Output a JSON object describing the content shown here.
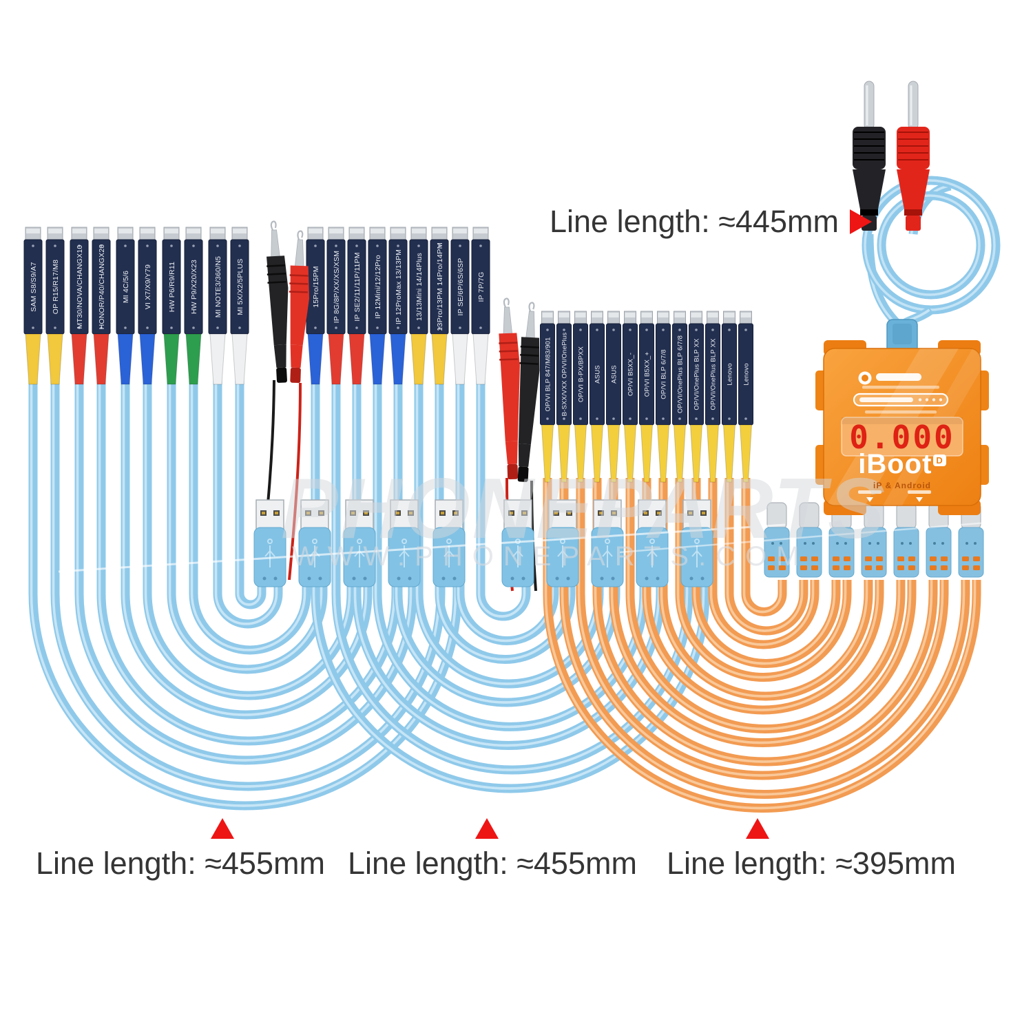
{
  "annotations": {
    "top_length": "Line length: ≈445mm",
    "bottom_left_length": "Line length: ≈455mm",
    "bottom_middle_length": "Line length: ≈455mm",
    "bottom_right_length": "Line length: ≈395mm"
  },
  "watermark": {
    "brand": "PHONEPARTS",
    "url": "WWW.PHONEPARTS.COM"
  },
  "device": {
    "display_value": "0.000",
    "brand": "iBoot",
    "brand_badge": "D",
    "subtitle": "iP & Android"
  },
  "cable_sets": {
    "left_blue": {
      "line_color": "#8fc9ea",
      "connectors": [
        {
          "label": "SAM S8/S9/A7",
          "boot_color": "#f2c83c"
        },
        {
          "label": "OP R15/R17/M8",
          "boot_color": "#f2c83c"
        },
        {
          "label": "MT30/NOVA/CHANGX10",
          "boot_color": "#e23c31"
        },
        {
          "label": "HONOR/P40/CHANGX20",
          "boot_color": "#e23c31"
        },
        {
          "label": "MI 4C/5/6",
          "boot_color": "#2a62d8"
        },
        {
          "label": "VI X7/X9/Y79",
          "boot_color": "#2a62d8"
        },
        {
          "label": "HW P6/R9/R11",
          "boot_color": "#2d9e4e"
        },
        {
          "label": "HW P9/X20/X23",
          "boot_color": "#2d9e4e"
        },
        {
          "label": "MI NOTE3/360/N5",
          "boot_color": "#eef0f2"
        },
        {
          "label": "MI 5X/X2/5PLUS",
          "boot_color": "#eef0f2"
        }
      ]
    },
    "middle_blue": {
      "line_color": "#8fc9ea",
      "connectors": [
        {
          "label": "15Pro/15PM",
          "boot_color": "#2a62d8"
        },
        {
          "label": "IP 8G/8P/XX/XS/XSM",
          "boot_color": "#e23c31"
        },
        {
          "label": "IP SE2/11/11P/11PM",
          "boot_color": "#e23c31"
        },
        {
          "label": "IP 12Mini/12/12Pro",
          "boot_color": "#2a62d8"
        },
        {
          "label": "IP 12ProMax 13/13PM",
          "boot_color": "#2a62d8"
        },
        {
          "label": "13/13Mini 14/14Plus",
          "boot_color": "#f2c83c"
        },
        {
          "label": "13Pro/13PM 14Pro/14PM",
          "boot_color": "#f2c83c"
        },
        {
          "label": "IP SE/6P/6S/6SP",
          "boot_color": "#eef0f2"
        },
        {
          "label": "IP 7P/7G",
          "boot_color": "#eef0f2"
        }
      ]
    },
    "right_orange": {
      "line_color": "#f29b52",
      "connectors": [
        {
          "label": "OP/VI BLP 847/M83/901",
          "boot_color": "#f3cf3e"
        },
        {
          "label": "B-SXX/VXX OP/VI/OnePlus",
          "boot_color": "#f3cf3e"
        },
        {
          "label": "OP/VI B-PX/BPXX",
          "boot_color": "#f3cf3e"
        },
        {
          "label": "ASUS",
          "boot_color": "#f3cf3e"
        },
        {
          "label": "ASUS",
          "boot_color": "#f3cf3e"
        },
        {
          "label": "OP/VI B5XX_-",
          "boot_color": "#f3cf3e"
        },
        {
          "label": "OP/VI B5XX_+",
          "boot_color": "#f3cf3e"
        },
        {
          "label": "OP/VI BLP 6/7/8",
          "boot_color": "#f3cf3e"
        },
        {
          "label": "OP/VI/OnePlus BLP 6/7/8",
          "boot_color": "#f3cf3e"
        },
        {
          "label": "OP/VI/OnePlus BLP XX",
          "boot_color": "#f3cf3e"
        },
        {
          "label": "OP/VI/OnePlus BLP XX",
          "boot_color": "#f3cf3e"
        },
        {
          "label": "Lenovo",
          "boot_color": "#f3cf3e"
        },
        {
          "label": "Lenovo",
          "boot_color": "#f3cf3e"
        }
      ]
    }
  },
  "probes": {
    "alligator_clip_colors": [
      "#232325",
      "#e23226"
    ],
    "banana_plug_colors": [
      "#232327",
      "#e2251b"
    ]
  },
  "colors": {
    "cable_blue": "#8fc9ea",
    "cable_orange": "#f29b52",
    "accent_red": "#ee1515",
    "device_orange": "#f08a1e",
    "digit_red": "#de2214",
    "pcb_navy": "#232f4f"
  }
}
